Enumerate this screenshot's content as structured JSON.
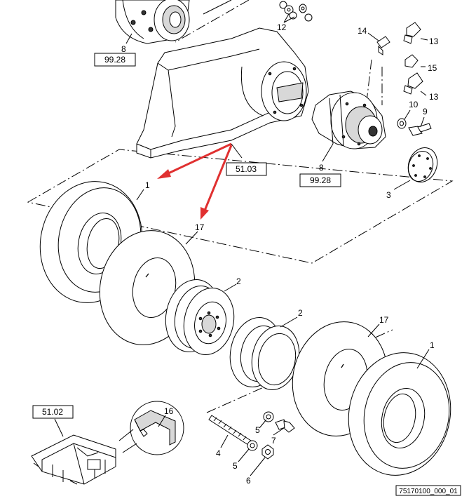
{
  "callouts": {
    "c1a": "1",
    "c1b": "1",
    "c2a": "2",
    "c2b": "2",
    "c3": "3",
    "c4": "4",
    "c5a": "5",
    "c5b": "5",
    "c6": "6",
    "c7": "7",
    "c8a": "8",
    "c8b": "8",
    "c9": "9",
    "c10": "10",
    "c12": "12",
    "c13a": "13",
    "c13b": "13",
    "c14": "14",
    "c15": "15",
    "c16": "16",
    "c17a": "17",
    "c17b": "17"
  },
  "refs": {
    "r9928a": "99.28",
    "r9928b": "99.28",
    "r5103": "51.03",
    "r5102": "51.02"
  },
  "footer": {
    "figure_code": "75170100_000_01"
  },
  "colors": {
    "arrow": "#e03030",
    "line": "#000000",
    "background": "#ffffff"
  }
}
